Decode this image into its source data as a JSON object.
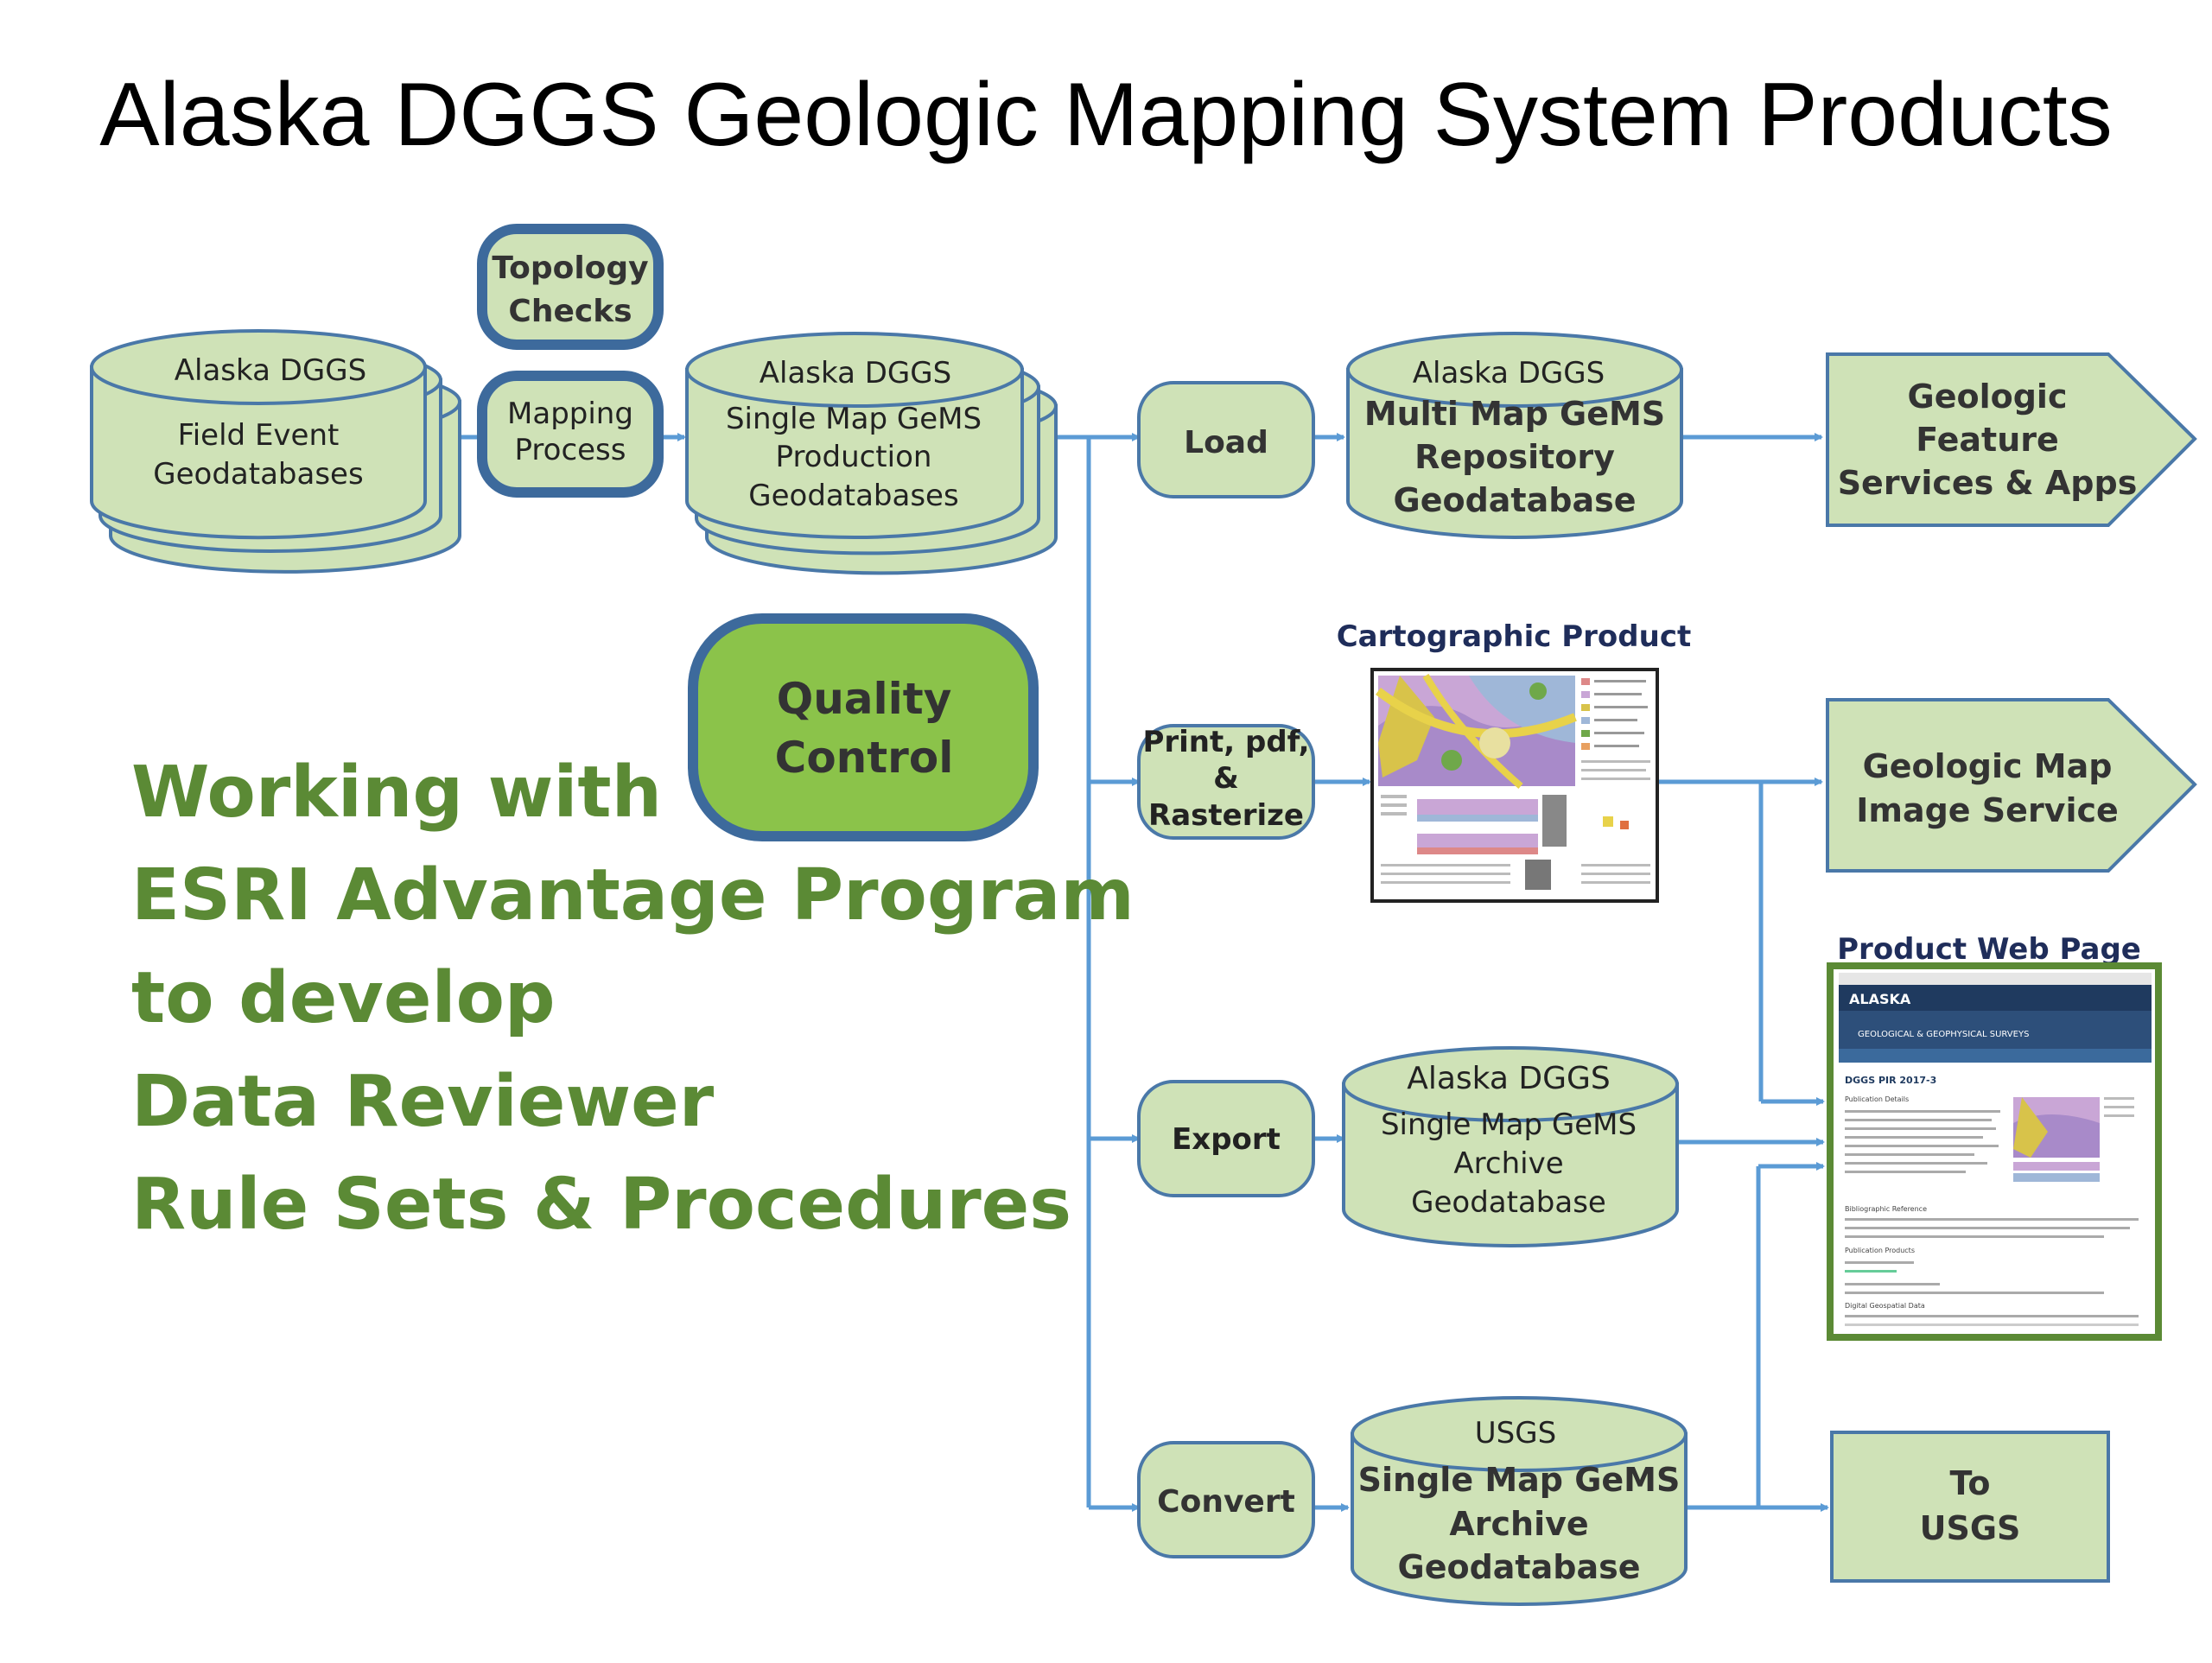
{
  "title": "Alaska DGGS Geologic Mapping System Products",
  "nodes": {
    "field_event": [
      "Alaska DGGS",
      "Field Event",
      "Geodatabases"
    ],
    "topology_checks": [
      "Topology",
      "Checks"
    ],
    "mapping_process": [
      "Mapping",
      "Process"
    ],
    "single_map_production": [
      "Alaska DGGS",
      "Single Map GeMS",
      "Production",
      "Geodatabases"
    ],
    "quality_control": [
      "Quality",
      "Control"
    ],
    "load": "Load",
    "print_pdf": [
      "Print, pdf,",
      "&",
      "Rasterize"
    ],
    "export": "Export",
    "convert": "Convert",
    "multi_map_repository": [
      "Alaska DGGS",
      "Multi Map GeMS",
      "Repository",
      "Geodatabase"
    ],
    "single_map_archive": [
      "Alaska DGGS",
      "Single Map GeMS",
      "Archive",
      "Geodatabase"
    ],
    "usgs_archive": [
      "USGS",
      "Single Map GeMS",
      "Archive",
      "Geodatabase"
    ],
    "feature_services": [
      "Geologic",
      "Feature",
      "Services & Apps"
    ],
    "image_service": [
      "Geologic Map",
      "Image Service"
    ],
    "to_usgs": [
      "To",
      "USGS"
    ]
  },
  "labels": {
    "cartographic_product": "Cartographic Product",
    "product_web_page": "Product Web Page"
  },
  "web_page_thumbnail": {
    "header": "ALASKA",
    "agency": "GEOLOGICAL & GEOPHYSICAL SURVEYS",
    "report_id": "DGGS PIR 2017-3",
    "section_details": "Publication Details",
    "section_biblio": "Bibliographic Reference",
    "section_products": "Publication Products",
    "section_gis": "Digital Geospatial Data"
  },
  "side_text": [
    "Working with",
    "ESRI Advantage Program",
    "to develop",
    "Data Reviewer",
    "Rule Sets & Procedures"
  ],
  "colors": {
    "node_fill": "#cfe2b7",
    "node_stroke": "#4a78a8",
    "flow_line": "#5b9bd5",
    "quality_fill": "#8bc34a",
    "side_text": "#5b8a35",
    "label_text": "#1f2d5a"
  }
}
